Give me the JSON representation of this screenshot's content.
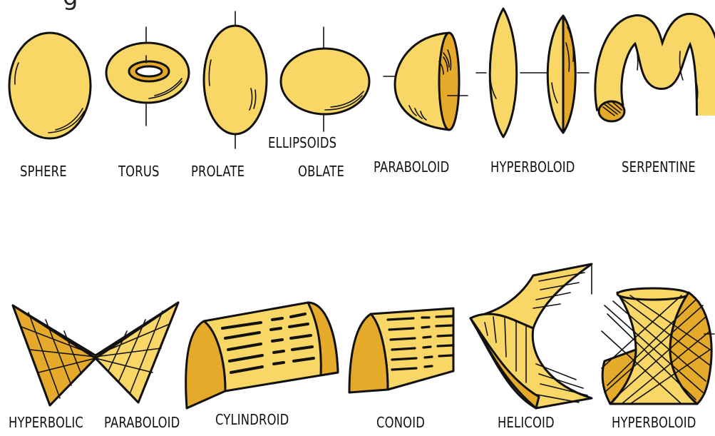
{
  "header": {
    "partial_title": "g"
  },
  "colors": {
    "fill_light": "#F8D766",
    "fill_dark": "#E6AA2A",
    "outline": "#111111"
  },
  "row1": {
    "sphere": "SPHERE",
    "torus": "TORUS",
    "prolate": "PROLATE",
    "ellipsoids": "ELLIPSOIDS",
    "oblate": "OBLATE",
    "paraboloid": "PARABOLOID",
    "hyperboloid": "HYPERBOLOID",
    "serpentine": "SERPENTINE"
  },
  "row2": {
    "hyperbolic": "HYPERBOLIC",
    "paraboloid": "PARABOLOID",
    "cylindroid": "CYLINDROID",
    "conoid": "CONOID",
    "helicoid": "HELICOID",
    "hyperboloid": "HYPERBOLOID"
  }
}
